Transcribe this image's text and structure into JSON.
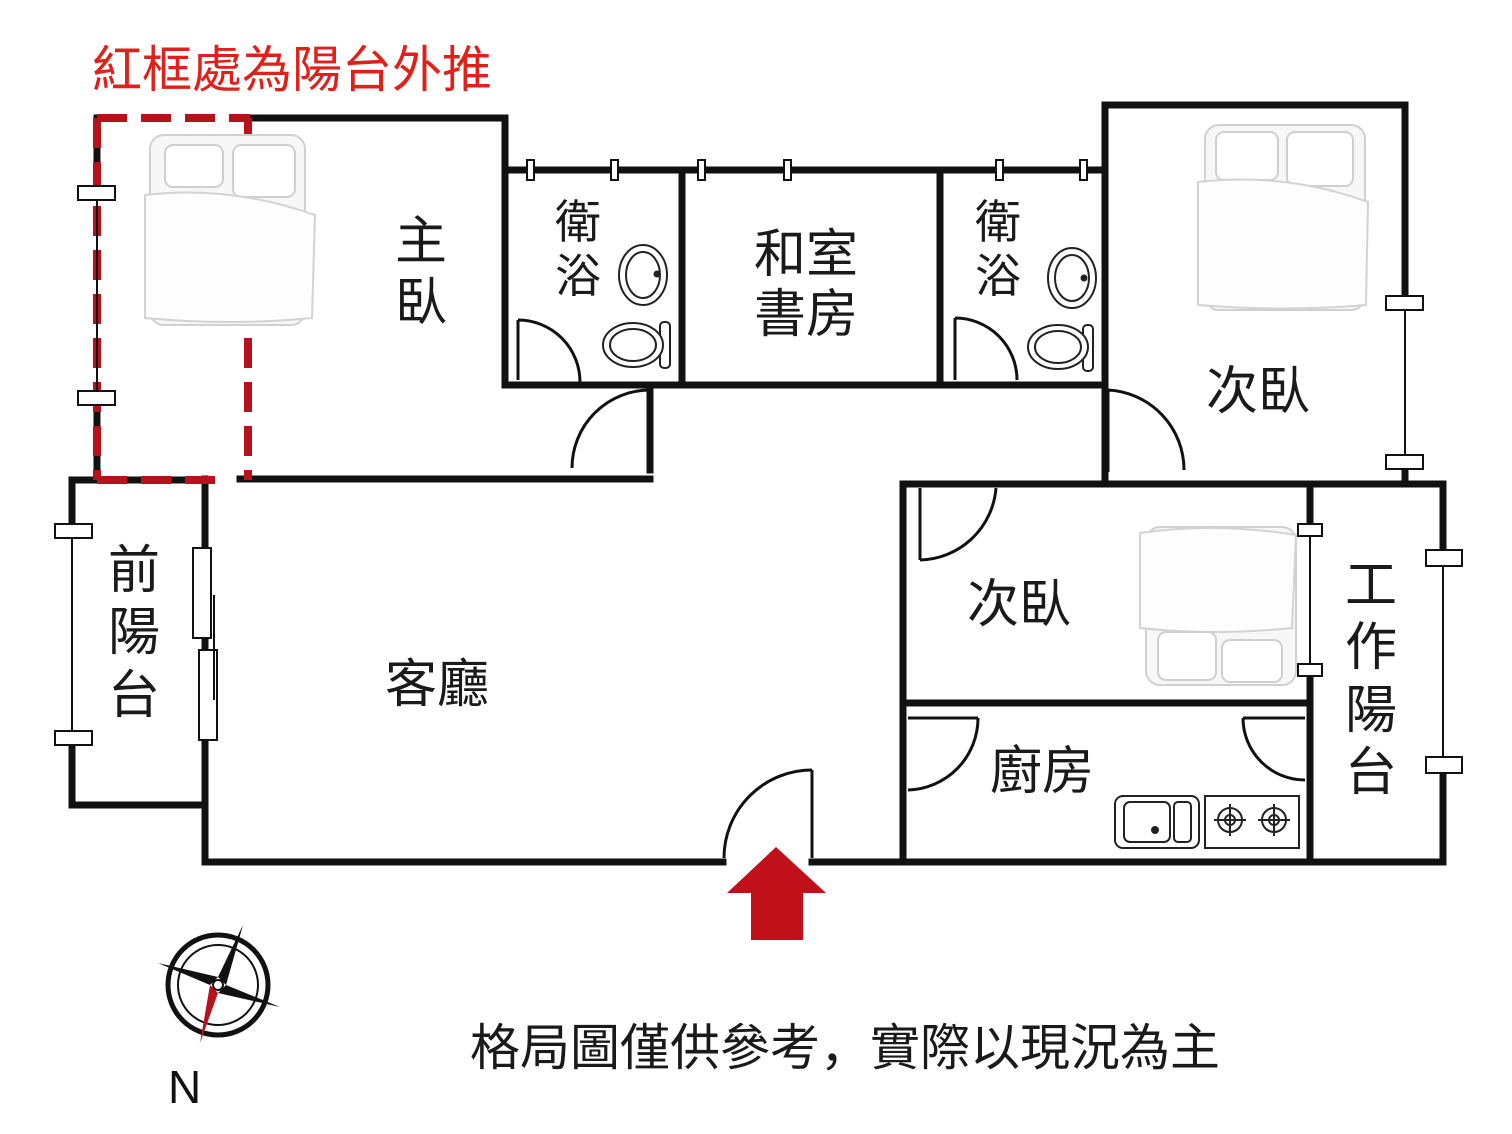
{
  "header": {
    "note": "紅框處為陽台外推"
  },
  "rooms": {
    "master_bedroom": "主臥",
    "bath_left": "衛浴",
    "study": "和室書房",
    "bath_right": "衛浴",
    "bedroom_ne": "次臥",
    "bedroom_e": "次臥",
    "work_balcony": "工作陽台",
    "front_balcony": "前陽台",
    "living_room": "客廳",
    "kitchen": "廚房"
  },
  "footer": {
    "disclaimer": "格局圖僅供參考，實際以現況為主"
  },
  "compass": {
    "label": "N"
  },
  "colors": {
    "wall": "#111111",
    "extension": "#b5121b",
    "note": "#e0201a",
    "entrance": "#c0111a"
  }
}
